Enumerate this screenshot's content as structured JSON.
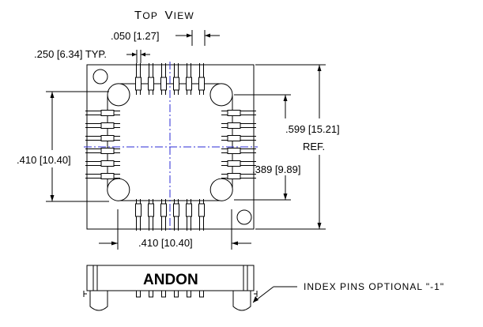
{
  "title": {
    "first": "T",
    "first_rest": "OP",
    "second": "V",
    "second_rest": "IEW"
  },
  "dimensions": {
    "pin_pitch": ".050 [1.27]",
    "pin_width": ".250 [6.34] TYP.",
    "overall_height_value": ".599 [15.21]",
    "overall_height_ref": "REF.",
    "body_height": ".410 [10.40]",
    "pin_span": ".389 [9.89]",
    "body_width": ".410 [10.40]"
  },
  "side_view": {
    "brand": "ANDON",
    "note": "INDEX PINS OPTIONAL \"-1\""
  },
  "colors": {
    "lines": "#000000",
    "centerline": "#2b2bd6"
  }
}
